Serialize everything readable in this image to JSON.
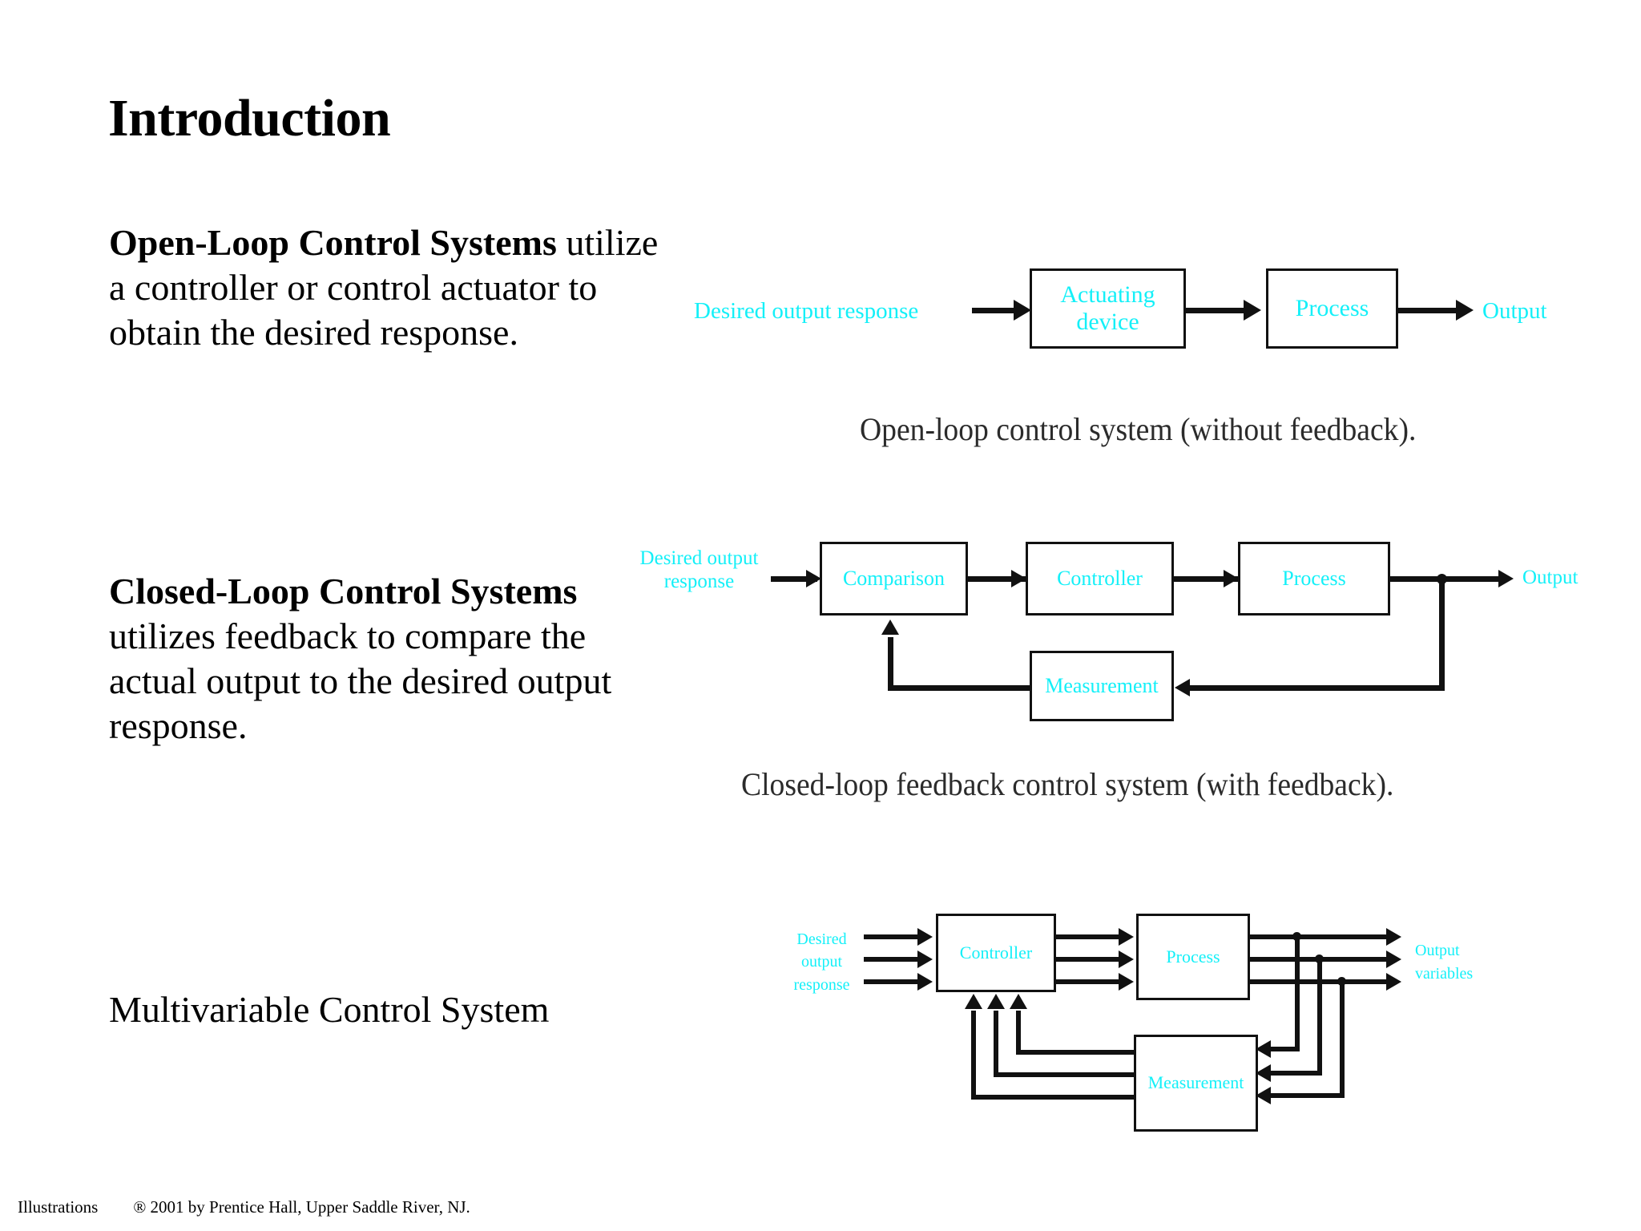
{
  "slide": {
    "title": "Introduction",
    "multivariable_label": "Multivariable Control System"
  },
  "body_text": {
    "open_loop_heading": "Open-Loop Control Systems",
    "open_loop_rest": " utilize a controller or control actuator to obtain the desired response.",
    "closed_loop_heading": "Closed-Loop Control Systems",
    "closed_loop_rest": " utilizes feedback to compare the actual output to the desired output response."
  },
  "open_loop_diagram": {
    "caption": "Open-loop control system (without feedback).",
    "input_label": "Desired output response",
    "output_label": "Output",
    "blocks": [
      {
        "name": "actuating-device",
        "label": "Actuating\ndevice"
      },
      {
        "name": "process",
        "label": "Process"
      }
    ]
  },
  "closed_loop_diagram": {
    "caption": "Closed-loop feedback control system (with feedback).",
    "input_label": "Desired output\nresponse",
    "output_label": "Output",
    "blocks": [
      {
        "name": "comparison",
        "label": "Comparison"
      },
      {
        "name": "controller",
        "label": "Controller"
      },
      {
        "name": "process",
        "label": "Process"
      },
      {
        "name": "measurement",
        "label": "Measurement"
      }
    ]
  },
  "multivariable_diagram": {
    "input_label": "Desired\noutput\nresponse",
    "output_label": "Output\nvariables",
    "blocks": [
      {
        "name": "controller",
        "label": "Controller"
      },
      {
        "name": "process",
        "label": "Process"
      },
      {
        "name": "measurement",
        "label": "Measurement"
      }
    ],
    "channel_count": 3
  },
  "footer": {
    "left": "Illustrations",
    "copyright": "® 2001 by Prentice Hall, Upper Saddle River, NJ."
  },
  "colors": {
    "diagram_label": "#14F0F8",
    "line": "#111111",
    "text": "#000000",
    "background": "#FFFFFF"
  }
}
